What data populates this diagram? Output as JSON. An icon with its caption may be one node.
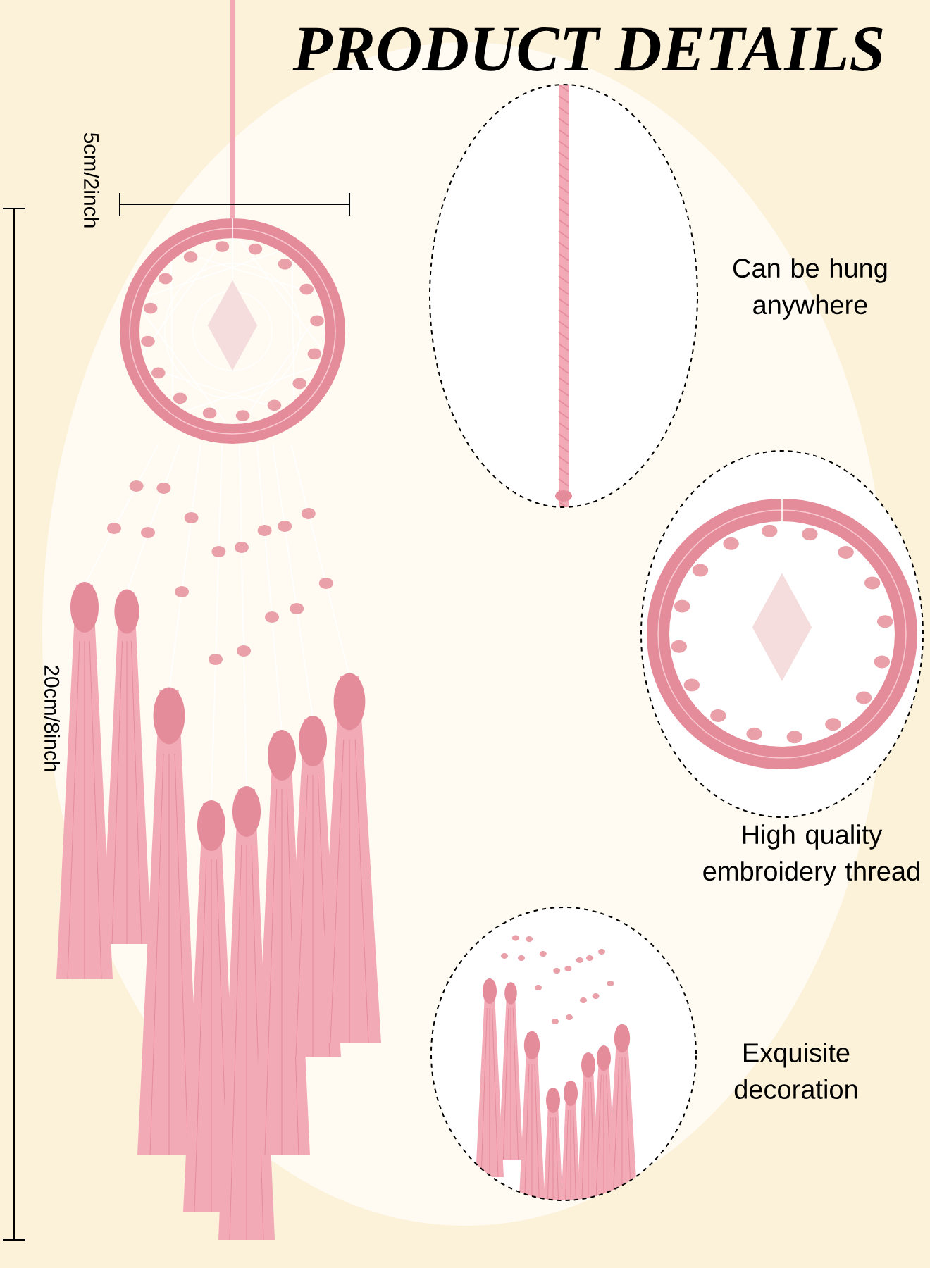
{
  "diagram": {
    "title": "PRODUCT DETAILS",
    "nodes": [
      {
        "text": [],
        "shape": "picture",
        "beside": [
          "Can be hung anywhere"
        ]
      },
      {
        "text": [],
        "shape": "picture",
        "beside": [
          "High quality embroidery thread"
        ]
      },
      {
        "text": [],
        "shape": "picture",
        "beside": [
          "Exquisite decoration"
        ]
      }
    ],
    "labels": [
      "5cm/2inch",
      "20cm/8inch"
    ]
  }
}
